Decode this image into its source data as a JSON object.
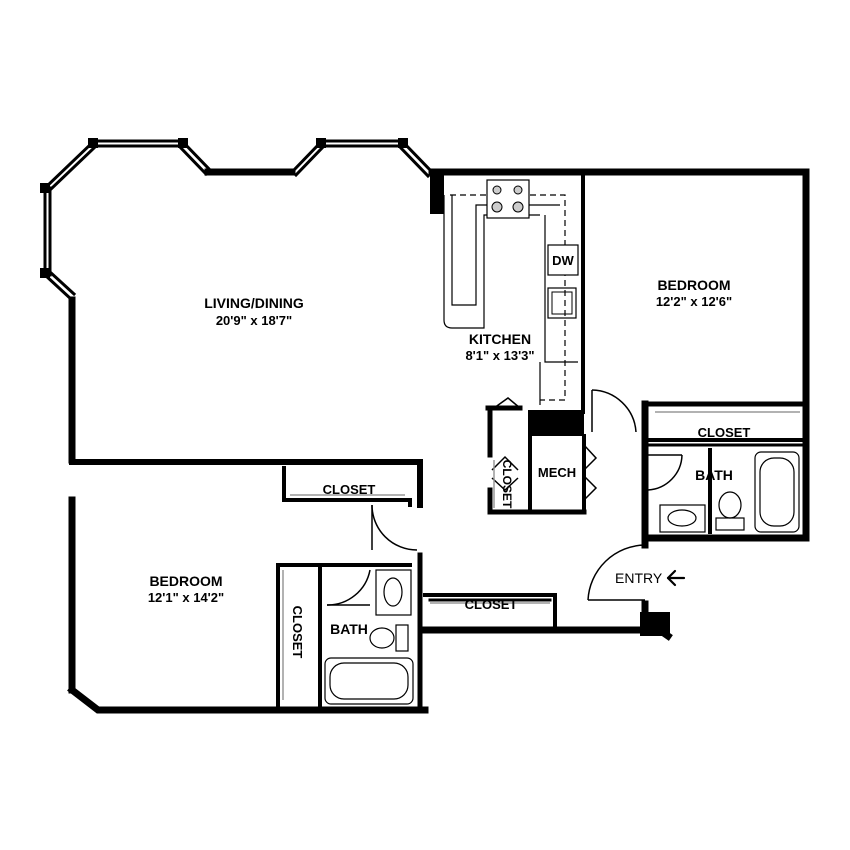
{
  "rooms": {
    "living_dining": {
      "name": "LIVING/DINING",
      "dims": "20'9\" x 18'7\""
    },
    "kitchen": {
      "name": "KITCHEN",
      "dims": "8'1\" x 13'3\""
    },
    "bedroom_right": {
      "name": "BEDROOM",
      "dims": "12'2\" x 12'6\""
    },
    "bedroom_left": {
      "name": "BEDROOM",
      "dims": "12'1\" x 14'2\""
    }
  },
  "labels": {
    "dishwasher": "DW",
    "mech": "MECH",
    "closet_right_bedroom": "CLOSET",
    "closet_left_top": "CLOSET",
    "closet_left_side": "CLOSET",
    "closet_hall_small": "CLOSET",
    "closet_entry": "CLOSET",
    "bath_right": "BATH",
    "bath_left": "BATH",
    "entry": "ENTRY"
  },
  "icons": {
    "entry_arrow": "arrow-left-icon"
  }
}
